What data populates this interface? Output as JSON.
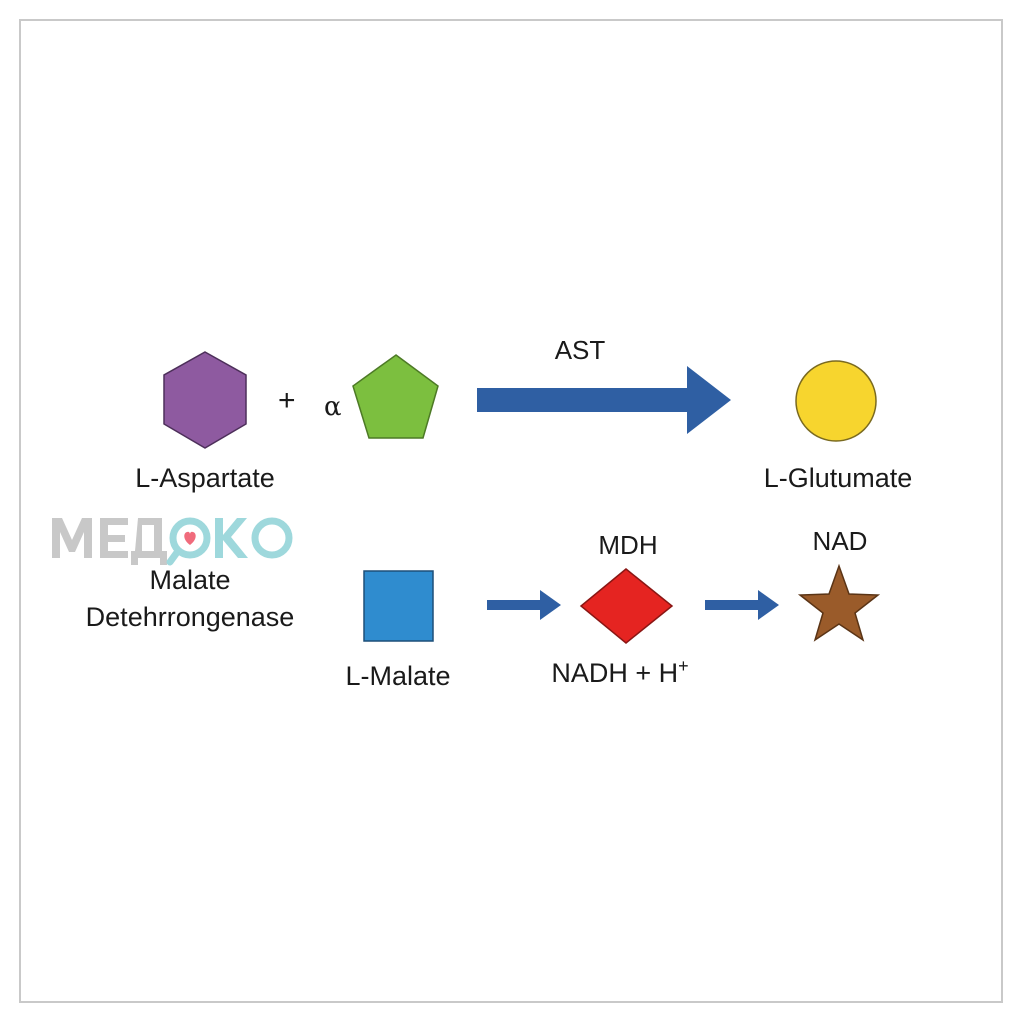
{
  "reaction1": {
    "substrate_label": "L-Aspartate",
    "plus": "+",
    "alpha": "α",
    "enzyme": "AST",
    "product_label": "L-Glutumate"
  },
  "reaction2": {
    "side_label": "Malate\nDetehrrongenase",
    "side_label_line1": "Malate",
    "side_label_line2": "Detehrrongenase",
    "substrate_label": "L-Malate",
    "enzyme": "MDH",
    "cofactor": "NADH + H",
    "cofactor_superscript": "+",
    "product_label": "NAD"
  },
  "watermark": {
    "text": "МЕДОКО"
  },
  "colors": {
    "hexagon": "#8e5aa0",
    "pentagon": "#7cbf3f",
    "circle": "#f7d52e",
    "square": "#2f8ccf",
    "diamond": "#e52421",
    "star": "#9a5b2a",
    "arrow": "#2f5fa3"
  }
}
